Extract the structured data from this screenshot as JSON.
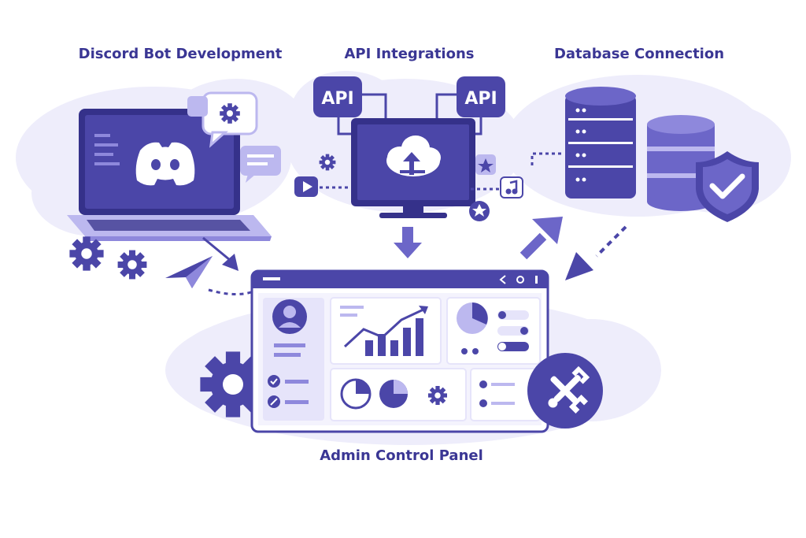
{
  "labels": {
    "discord": "Discord Bot Development",
    "api": "API Integrations",
    "database": "Database Connection",
    "admin": "Admin Control Panel"
  },
  "api_boxes": [
    "API",
    "API"
  ],
  "colors": {
    "primary": "#4b46a8",
    "dark": "#35318a",
    "mid": "#6c66c8",
    "light": "#bcb8ef",
    "pale": "#e6e4fa",
    "cloud": "#eeedfb",
    "white": "#ffffff"
  },
  "icons": [
    "discord-logo-icon",
    "gear-icon",
    "chat-bubble-icon",
    "cloud-upload-icon",
    "play-icon",
    "star-icon",
    "music-note-icon",
    "database-server-icon",
    "shield-check-icon",
    "paper-plane-icon",
    "user-avatar-icon",
    "bar-chart-icon",
    "pie-chart-icon",
    "wrench-cross-icon",
    "check-icon"
  ]
}
